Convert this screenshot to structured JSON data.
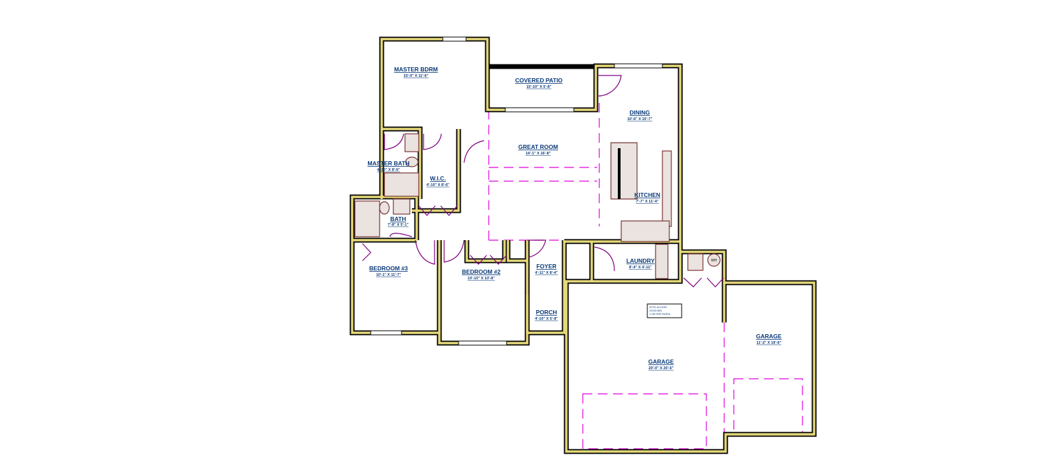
{
  "rooms": [
    {
      "name": "MASTER BDRM",
      "dims": "15'-0\" X 11'-6\""
    },
    {
      "name": "COVERED PATIO",
      "dims": "15'-10\" X 5'-8\""
    },
    {
      "name": "GREAT ROOM",
      "dims": "14'-1\" X 16'-8\""
    },
    {
      "name": "DINING",
      "dims": "10'-6\" X 10'-7\""
    },
    {
      "name": "MASTER BATH",
      "dims": "4'-10\" X 8'-6\""
    },
    {
      "name": "W.I.C.",
      "dims": "4'-10\" X 8'-6\""
    },
    {
      "name": "KITCHEN",
      "dims": "7'-7\" X 11'-4\""
    },
    {
      "name": "BATH",
      "dims": "7'-8\" X 5'-1\""
    },
    {
      "name": "BEDROOM #3",
      "dims": "10'-1\" X 11'-7\""
    },
    {
      "name": "BEDROOM #2",
      "dims": "10'-10\" X 10'-8\""
    },
    {
      "name": "FOYER",
      "dims": "4'-11\" X 8'-4\""
    },
    {
      "name": "LAUNDRY",
      "dims": "8'-4\" X 4'-11\""
    },
    {
      "name": "PORCH",
      "dims": "4'-10\" X 5'-8\""
    },
    {
      "name": "GARAGE",
      "dims": "20'-0\" X 20'-6\""
    },
    {
      "name": "GARAGE",
      "dims": "11'-2\" X 19'-6\""
    }
  ],
  "water_heater_label": "WH",
  "garage_note": [
    "ATTIC ACCESS",
    "22X30 MIN",
    "1 HR FIRE RATED"
  ],
  "colors": {
    "wall": "#e6d97a",
    "label": "#0a3a7a",
    "dashed": "#e000e0",
    "door": "#800080",
    "fixture": "#7a3535"
  }
}
